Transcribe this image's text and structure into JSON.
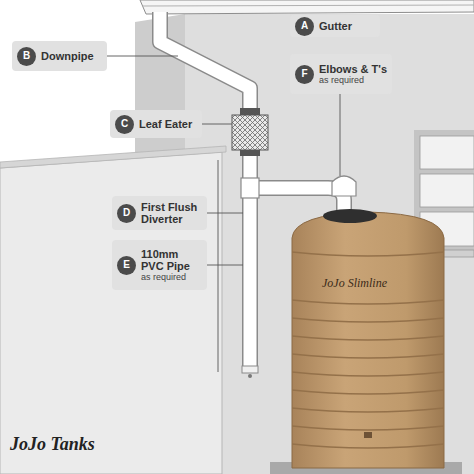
{
  "diagram": {
    "nodes": [
      {
        "text": [
          "Gutter"
        ]
      },
      {
        "text": [
          "A"
        ],
        "in": 0
      },
      {
        "text": [
          "Downpipe"
        ]
      },
      {
        "text": [
          "B"
        ],
        "in": 2
      },
      {
        "text": [
          "Elbows & T's",
          "as required"
        ]
      },
      {
        "text": [
          "F"
        ],
        "in": 4
      },
      {
        "text": [
          "Leaf Eater"
        ]
      },
      {
        "text": [
          "C"
        ],
        "in": 6
      },
      {
        "text": [
          "First Flush Diverter"
        ]
      },
      {
        "text": [
          "D"
        ],
        "in": 8
      },
      {
        "text": [
          "110mm PVC Pipe",
          "as required"
        ]
      },
      {
        "text": [
          "E"
        ],
        "in": 10
      }
    ],
    "labels": [
      "JoJo Tanks",
      "JoJo Slimline"
    ]
  }
}
